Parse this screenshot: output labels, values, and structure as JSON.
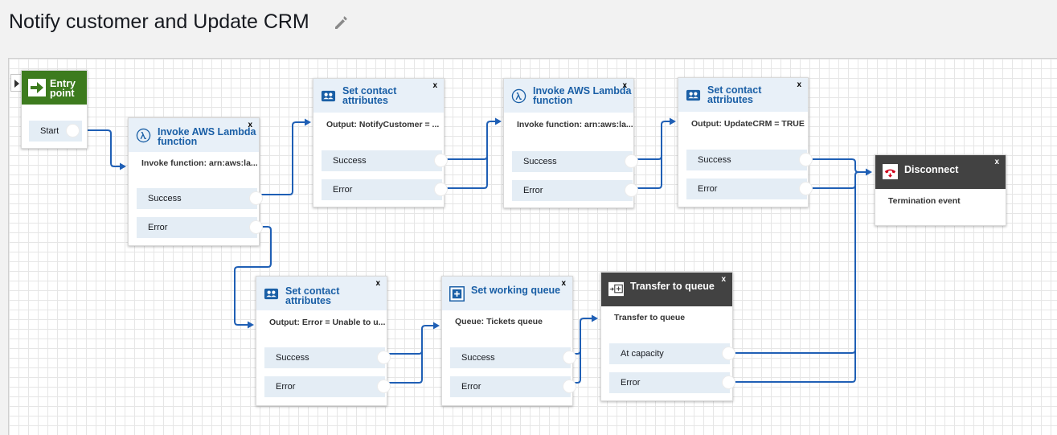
{
  "page": {
    "title": "Notify customer and Update CRM",
    "edit_icon": "pencil-icon"
  },
  "colors": {
    "canvas_bg": "#ffffff",
    "grid_line": "#e6e6e6",
    "block_header": "#e8f0f8",
    "block_title": "#1a5fa6",
    "branch_bg": "#e4edf5",
    "entry_header": "#3d7b1e",
    "terminal_header": "#424242",
    "connector": "#1f5fb5",
    "disconnect_icon": "#d0021b"
  },
  "entry": {
    "title_line1": "Entry",
    "title_line2": "point",
    "icon": "arrow-right-icon",
    "branch": "Start"
  },
  "blocks": {
    "lambda1": {
      "title_line1": "Invoke AWS Lambda",
      "title_line2": "function",
      "icon": "lambda-icon",
      "close": "x",
      "detail": "Invoke function: arn:aws:la...",
      "branches": [
        "Success",
        "Error"
      ]
    },
    "setattr1": {
      "title_line1": "Set contact",
      "title_line2": "attributes",
      "icon": "contact-attributes-icon",
      "close": "x",
      "detail": "Output: NotifyCustomer = ...",
      "branches": [
        "Success",
        "Error"
      ]
    },
    "lambda2": {
      "title_line1": "Invoke AWS Lambda",
      "title_line2": "function",
      "icon": "lambda-icon",
      "close": "x",
      "detail": "Invoke function: arn:aws:la...",
      "branches": [
        "Success",
        "Error"
      ]
    },
    "setattr2": {
      "title_line1": "Set contact",
      "title_line2": "attributes",
      "icon": "contact-attributes-icon",
      "close": "x",
      "detail": "Output: UpdateCRM = TRUE",
      "branches": [
        "Success",
        "Error"
      ]
    },
    "disconnect": {
      "title": "Disconnect",
      "icon": "phone-hangup-icon",
      "close": "x",
      "detail": "Termination event"
    },
    "setattr3": {
      "title_line1": "Set contact",
      "title_line2": "attributes",
      "icon": "contact-attributes-icon",
      "close": "x",
      "detail": "Output: Error = Unable to u...",
      "branches": [
        "Success",
        "Error"
      ]
    },
    "workingqueue": {
      "title": "Set working queue",
      "icon": "add-queue-icon",
      "close": "x",
      "detail": "Queue: Tickets queue",
      "branches": [
        "Success",
        "Error"
      ]
    },
    "transfer": {
      "title": "Transfer to queue",
      "icon": "transfer-queue-icon",
      "close": "x",
      "detail": "Transfer to queue",
      "branches": [
        "At capacity",
        "Error"
      ]
    }
  }
}
